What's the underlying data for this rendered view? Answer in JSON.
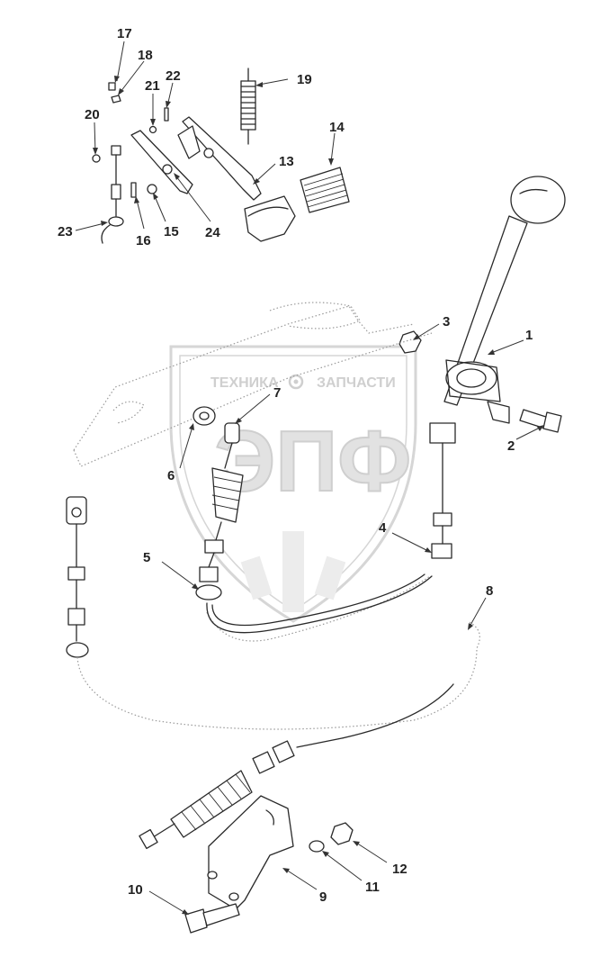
{
  "watermark": {
    "top_text_left": "ТЕХНИКА",
    "top_text_right": "ЗАПЧАСТИ",
    "big_text": "ЭПФ",
    "gear_icon": "gear-icon"
  },
  "callouts": [
    {
      "id": "callout-1",
      "label": "1"
    },
    {
      "id": "callout-2",
      "label": "2"
    },
    {
      "id": "callout-3",
      "label": "3"
    },
    {
      "id": "callout-4",
      "label": "4"
    },
    {
      "id": "callout-5",
      "label": "5"
    },
    {
      "id": "callout-6",
      "label": "6"
    },
    {
      "id": "callout-7",
      "label": "7"
    },
    {
      "id": "callout-8",
      "label": "8"
    },
    {
      "id": "callout-9",
      "label": "9"
    },
    {
      "id": "callout-10",
      "label": "10"
    },
    {
      "id": "callout-11",
      "label": "11"
    },
    {
      "id": "callout-12",
      "label": "12"
    },
    {
      "id": "callout-13",
      "label": "13"
    },
    {
      "id": "callout-14",
      "label": "14"
    },
    {
      "id": "callout-15",
      "label": "15"
    },
    {
      "id": "callout-16",
      "label": "16"
    },
    {
      "id": "callout-17",
      "label": "17"
    },
    {
      "id": "callout-18",
      "label": "18"
    },
    {
      "id": "callout-19",
      "label": "19"
    },
    {
      "id": "callout-20",
      "label": "20"
    },
    {
      "id": "callout-21",
      "label": "21"
    },
    {
      "id": "callout-22",
      "label": "22"
    },
    {
      "id": "callout-23",
      "label": "23"
    },
    {
      "id": "callout-24",
      "label": "24"
    }
  ]
}
